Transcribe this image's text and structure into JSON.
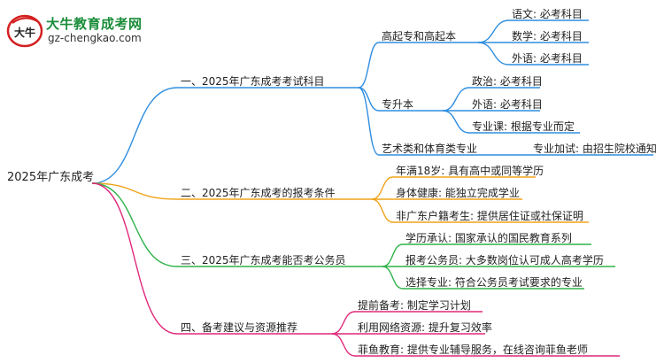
{
  "logo": {
    "badge_text": "大牛",
    "title": "大牛教育成考网",
    "url": "gz-chengkao.com"
  },
  "mindmap": {
    "root": "2025年广东成考",
    "branches": [
      {
        "label": "一、2025年广东成考考试科目",
        "color": "#2f8ee0",
        "children": [
          {
            "label": "高起专和高起本",
            "children": [
              {
                "label": "语文: 必考科目"
              },
              {
                "label": "数学: 必考科目"
              },
              {
                "label": "外语: 必考科目"
              }
            ]
          },
          {
            "label": "专升本",
            "children": [
              {
                "label": "政治: 必考科目"
              },
              {
                "label": "外语: 必考科目"
              },
              {
                "label": "专业课: 根据专业而定"
              }
            ]
          },
          {
            "label": "艺术类和体育类专业",
            "children": [
              {
                "label": "专业加试: 由招生院校通知"
              }
            ]
          }
        ]
      },
      {
        "label": "二、2025年广东成考的报考条件",
        "color": "#f0a31a",
        "children": [
          {
            "label": "年满18岁: 具有高中或同等学历"
          },
          {
            "label": "身体健康: 能独立完成学业"
          },
          {
            "label": "非广东户籍考生: 提供居住证或社保证明"
          }
        ]
      },
      {
        "label": "三、2025年广东成考能否考公务员",
        "color": "#2fb34a",
        "children": [
          {
            "label": "学历承认: 国家承认的国民教育系列"
          },
          {
            "label": "报考公务员: 大多数岗位认可成人高考学历"
          },
          {
            "label": "选择专业: 符合公务员考试要求的专业"
          }
        ]
      },
      {
        "label": "四、备考建议与资源推荐",
        "color": "#e0287a",
        "children": [
          {
            "label": "提前备考: 制定学习计划"
          },
          {
            "label": "利用网络资源: 提升复习效率"
          },
          {
            "label": "菲鱼教育: 提供专业辅导服务，在线咨询菲鱼老师"
          }
        ]
      }
    ]
  }
}
